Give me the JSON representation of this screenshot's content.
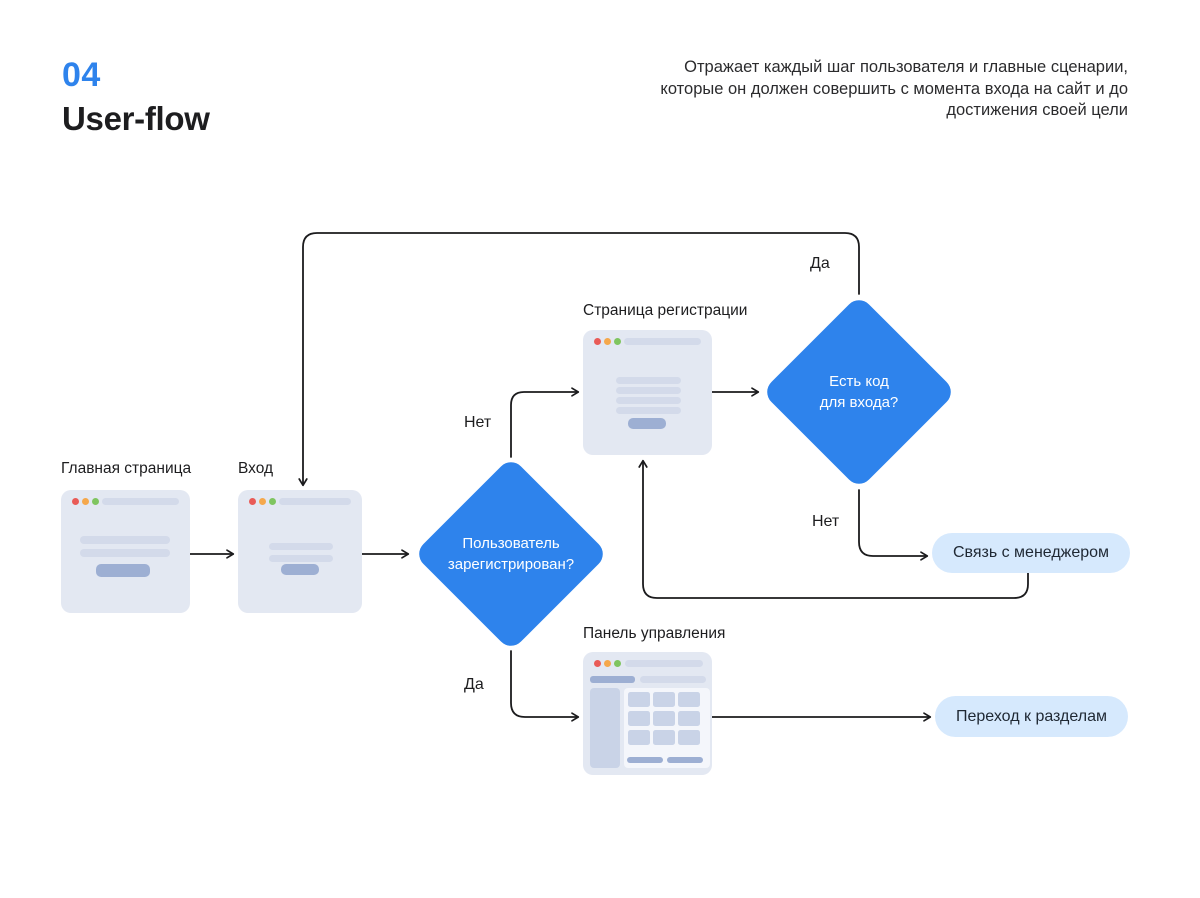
{
  "header": {
    "number": "04",
    "title": "User-flow",
    "description": "Отражает каждый шаг пользователя и главные сценарии, которые он должен совершить с момента входа на сайт и до достижения своей цели"
  },
  "diagram": {
    "windows": {
      "home": {
        "label": "Главная страница"
      },
      "login": {
        "label": "Вход"
      },
      "registration": {
        "label": "Страница регистрации"
      },
      "dashboard": {
        "label": "Панель управления"
      }
    },
    "decisions": {
      "registered": {
        "line1": "Пользователь",
        "line2": "зарегистрирован?"
      },
      "has_code": {
        "line1": "Есть код",
        "line2": "для входа?"
      }
    },
    "pills": {
      "contact_manager": {
        "label": "Связь с менеджером"
      },
      "go_to_sections": {
        "label": "Переход к разделам"
      }
    },
    "edge_labels": {
      "registered_no": "Нет",
      "registered_yes": "Да",
      "has_code_yes": "Да",
      "has_code_no": "Нет"
    }
  },
  "colors": {
    "accent": "#2E83EC",
    "pill_bg": "#D6E9FD",
    "pill_text": "#1F2833",
    "window_bg": "#E3E8F2",
    "window_bar": "#D3DAEA",
    "window_accent": "#9DAFD3",
    "window_panel": "#F4F6FB",
    "window_tile": "#C9D3E7",
    "line": "#1B1B1D",
    "text": "#1D1D1F",
    "diamond_text": "#FFFFFF",
    "dot_red": "#E95B57",
    "dot_orange": "#F5A84C",
    "dot_green": "#7FC560"
  }
}
